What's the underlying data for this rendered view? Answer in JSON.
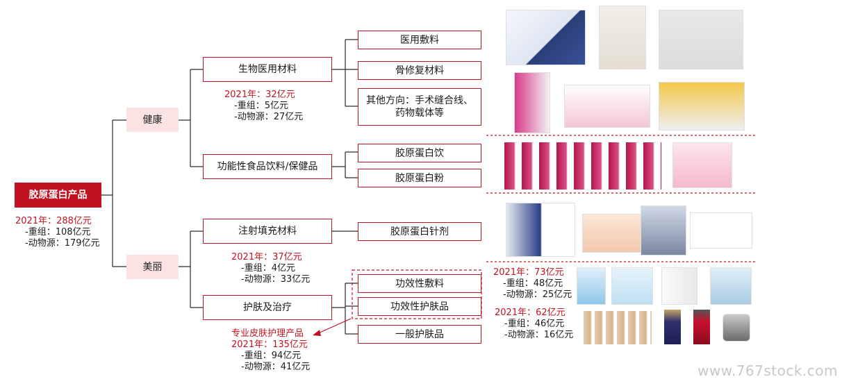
{
  "root": {
    "label": "胶原蛋白产品",
    "stat": {
      "total": "2021年：288亿元",
      "recomb": "-重组：108亿元",
      "animal": "-动物源：179亿元"
    }
  },
  "health": {
    "label": "健康",
    "bio": {
      "label": "生物医用材料",
      "stat": {
        "total": "2021年：32亿元",
        "recomb": "-重组：5亿元",
        "animal": "-动物源：27亿元"
      },
      "children": [
        "医用敷料",
        "骨修复材料",
        "其他方向：手术缝合线、\n药物载体等"
      ]
    },
    "food": {
      "label": "功能性食品饮料/保健品",
      "children": [
        "胶原蛋白饮",
        "胶原蛋白粉"
      ]
    }
  },
  "beauty": {
    "label": "美丽",
    "inject": {
      "label": "注射填充材料",
      "stat": {
        "total": "2021年：37亿元",
        "recomb": "-重组：4亿元",
        "animal": "-动物源：33亿元"
      },
      "children": [
        "胶原蛋白针剂"
      ]
    },
    "skin": {
      "label": "护肤及治疗",
      "note": "专业皮肤护理产品",
      "stat": {
        "total": "2021年：135亿元",
        "recomb": "-重组：94亿元",
        "animal": "-动物源：41亿元"
      },
      "children": [
        "功效性敷料",
        "功效性护肤品",
        "一般护肤品"
      ],
      "dressing_stat": {
        "total": "2021年：73亿元",
        "recomb": "-重组：48亿元",
        "animal": "-动物源：25亿元"
      },
      "skincare_stat": {
        "total": "2021年：62亿元",
        "recomb": "-重组：46亿元",
        "animal": "-动物源：16亿元"
      }
    }
  },
  "watermark": "www.767stock.com"
}
